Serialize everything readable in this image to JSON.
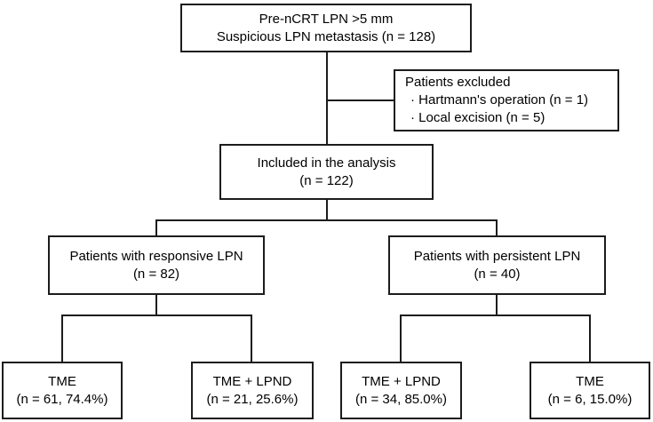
{
  "figure": {
    "background": "#ffffff",
    "line_color": "#1c1c1c",
    "text_color": "#000000"
  },
  "boxes": {
    "pre_ncrt": {
      "lines": [
        "Pre-nCRT LPN >5 mm",
        "Suspicious LPN metastasis (n = 128)"
      ]
    },
    "excluded": {
      "lines": [
        "Patients excluded",
        "· Hartmann's operation (n = 1)",
        "· Local excision (n = 5)"
      ]
    },
    "included": {
      "lines": [
        "Included in the analysis",
        "(n = 122)"
      ]
    },
    "responsive": {
      "lines": [
        "Patients with responsive LPN",
        "(n = 82)"
      ]
    },
    "persistent": {
      "lines": [
        "Patients with persistent LPN",
        "(n = 40)"
      ]
    },
    "tme_responsive": {
      "lines": [
        "TME",
        "(n = 61, 74.4%)"
      ]
    },
    "tme_lpnd_responsive": {
      "lines": [
        "TME + LPND",
        "(n = 21, 25.6%)"
      ]
    },
    "tme_lpnd_persistent": {
      "lines": [
        "TME + LPND",
        "(n = 34, 85.0%)"
      ]
    },
    "tme_persistent": {
      "lines": [
        "TME",
        "(n = 6, 15.0%)"
      ]
    }
  }
}
